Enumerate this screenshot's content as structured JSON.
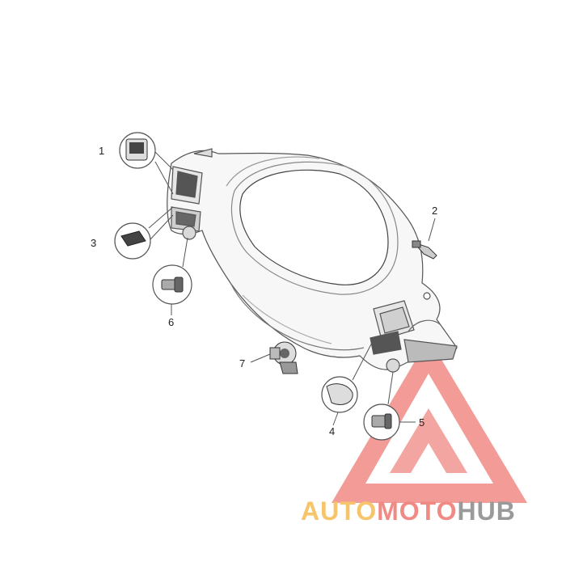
{
  "diagram": {
    "callouts": {
      "c1": "1",
      "c2": "2",
      "c3": "3",
      "c4": "4",
      "c5": "5",
      "c6": "6",
      "c7": "7"
    }
  },
  "watermark": {
    "part1": "AUTO",
    "part2": "MOTO",
    "part3": "HUB",
    "colors": {
      "auto": "#f6c46a",
      "moto": "#f08a85",
      "hub": "#9a9a9a",
      "logo": "#f08a85"
    }
  },
  "icons": [
    "watermark-logo-icon"
  ]
}
